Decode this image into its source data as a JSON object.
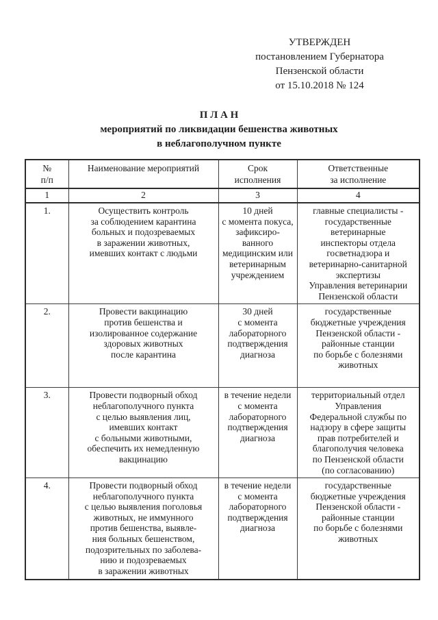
{
  "approval": {
    "text": "УТВЕРЖДЕН\nпостановлением Губернатора\nПензенской области\nот 15.10.2018 № 124"
  },
  "title": {
    "line1": "П Л А Н",
    "line2": "мероприятий по ликвидации бешенства животных",
    "line3": "в неблагополучном пункте"
  },
  "table": {
    "headers": {
      "num": "№\nп/п",
      "activity": "Наименование мероприятий",
      "term": "Срок\nисполнения",
      "responsible": "Ответственные\nза исполнение"
    },
    "column_numbers": {
      "c1": "1",
      "c2": "2",
      "c3": "3",
      "c4": "4"
    },
    "rows": [
      {
        "num": "1.",
        "activity": "Осуществить контроль\nза соблюдением карантина\nбольных и подозреваемых\nв заражении животных,\nимевших контакт с людьми",
        "term": "10 дней\nс момента покуса,\nзафиксиро-\nванного\nмедицинским или\nветеринарным\nучреждением",
        "responsible": "главные специалисты -\nгосударственные\nветеринарные\nинспекторы отдела\nгосветнадзора и\nветеринарно-санитарной\nэкспертизы\nУправления ветеринарии\nПензенской области"
      },
      {
        "num": "2.",
        "activity": "Провести вакцинацию\nпротив бешенства и\nизолированное содержание\nздоровых животных\nпосле карантина",
        "term": "30 дней\nс момента\nлабораторного\nподтверждения\nдиагноза",
        "responsible": "государственные\nбюджетные учреждения\nПензенской области -\nрайонные станции\nпо борьбе с болезнями\nживотных"
      },
      {
        "num": "3.",
        "activity": "Провести подворный обход\nнеблагополучного пункта\nс целью выявления лиц,\nимевших контакт\nс больными животными,\nобеспечить их немедленную\nвакцинацию",
        "term": "в течение недели\nс момента\nлабораторного\nподтверждения\nдиагноза",
        "responsible": "территориальный отдел\nУправления\nФедеральной службы по\nнадзору в сфере защиты\nправ потребителей и\nблагополучия человека\nпо Пензенской области\n(по согласованию)"
      },
      {
        "num": "4.",
        "activity": "Провести подворный обход\nнеблагополучного пункта\nс целью выявления поголовья\nживотных, не иммунного\nпротив бешенства, выявле-\nния больных бешенством,\nподозрительных по заболева-\nнию и подозреваемых\nв заражении животных",
        "term": "в течение недели\nс момента\nлабораторного\nподтверждения\nдиагноза",
        "responsible": "государственные\nбюджетные учреждения\nПензенской области -\nрайонные станции\nпо борьбе с болезнями\nживотных"
      }
    ]
  }
}
